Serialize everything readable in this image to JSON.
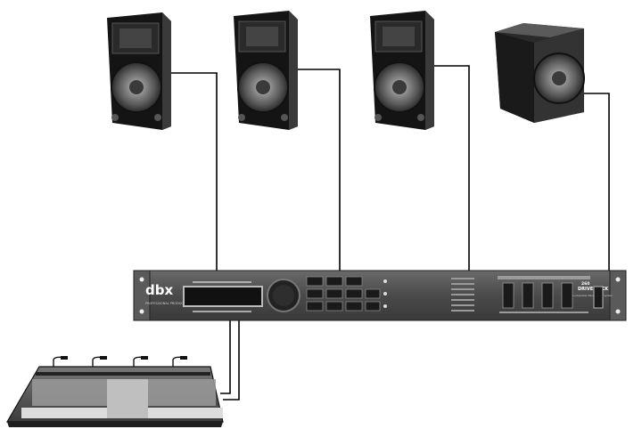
{
  "diagram": {
    "type": "audio-system-connection",
    "components": {
      "speakers": [
        {
          "kind": "full-range-speaker"
        },
        {
          "kind": "full-range-speaker"
        },
        {
          "kind": "full-range-speaker"
        },
        {
          "kind": "subwoofer"
        }
      ],
      "processor": {
        "brand": "dbx",
        "brand_sub": "PROFESSIONAL PRODUCTS",
        "model_top": "260",
        "model": "DRIVE RACK",
        "model_sub": "Loudspeaker Management System"
      },
      "mixer": {
        "kind": "mixing-console"
      }
    },
    "connections": [
      {
        "from": "processor",
        "to": "speaker-1"
      },
      {
        "from": "processor",
        "to": "speaker-2"
      },
      {
        "from": "processor",
        "to": "speaker-3"
      },
      {
        "from": "processor",
        "to": "subwoofer"
      },
      {
        "from": "mixer",
        "to": "processor",
        "kind": "stereo-pair"
      }
    ],
    "colors": {
      "cabinet": "#1e1e1e",
      "cabinet_side": "#3a3a3a",
      "rack_face": "#505050",
      "cable": "#000000",
      "background": "#ffffff"
    }
  }
}
